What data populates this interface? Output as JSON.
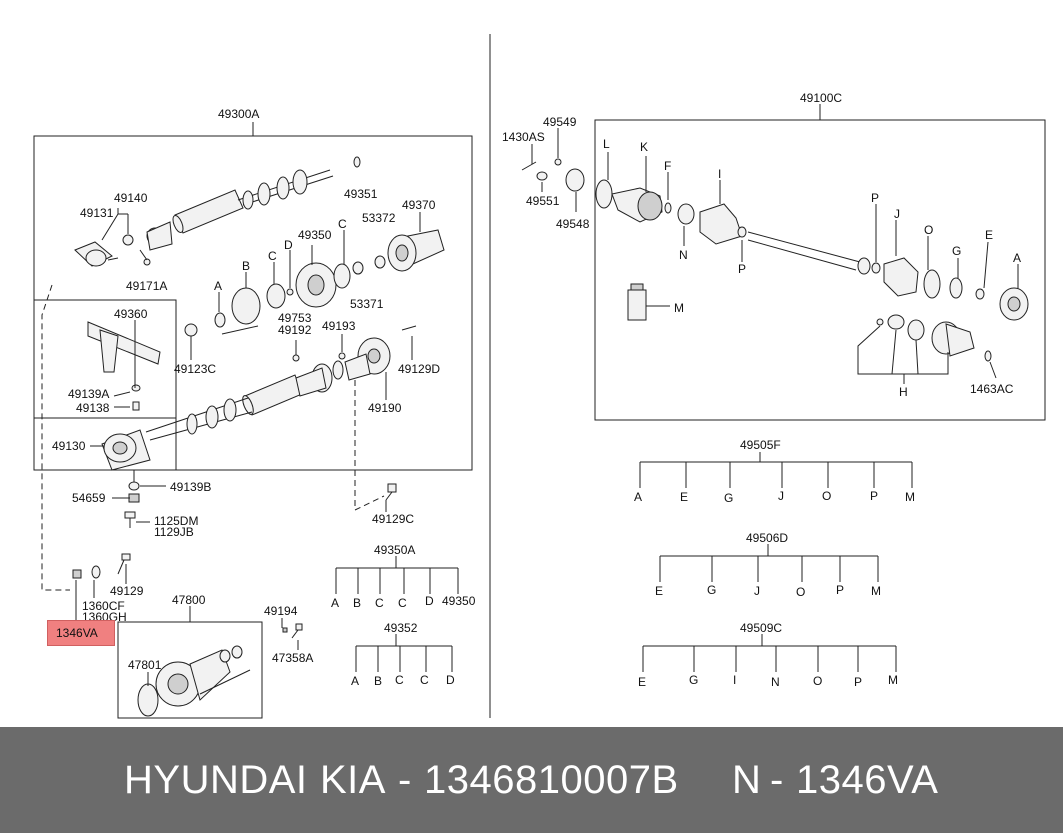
{
  "colors": {
    "footer_bg": "#6b6b6b",
    "footer_text": "#ffffff",
    "highlight": "#f08080"
  },
  "labels": {
    "l49300A": "49300A",
    "l49140": "49140",
    "l49131": "49131",
    "l49171A": "49171A",
    "l49351": "49351",
    "l49370": "49370",
    "l53372": "53372",
    "l49350": "49350",
    "lA": "A",
    "lB": "B",
    "lC1": "C",
    "lD": "D",
    "lC2": "C",
    "l53371": "53371",
    "l49753": "49753",
    "l49192": "49192",
    "l49193": "49193",
    "l49123C": "49123C",
    "l49360": "49360",
    "l49139A": "49139A",
    "l49138": "49138",
    "l49130": "49130",
    "l49129D": "49129D",
    "l49190": "49190",
    "l49139B": "49139B",
    "l54659": "54659",
    "l1125DM": "1125DM",
    "l1129JB": "1129JB",
    "l49129C": "49129C",
    "l49129": "49129",
    "l1360CF": "1360CF",
    "l1360GH": "1360GH",
    "l1346VA": "1346VA",
    "l47800": "47800",
    "l47801": "47801",
    "l49194": "49194",
    "l47358A": "47358A",
    "l49350A": "49350A",
    "l49352": "49352",
    "l49100C": "49100C",
    "l49549": "49549",
    "l1430AS": "1430AS",
    "l49551": "49551",
    "l49548": "49548",
    "rL": "L",
    "rK": "K",
    "rF": "F",
    "rI": "I",
    "rN": "N",
    "rP1": "P",
    "rP2": "P",
    "rJ": "J",
    "rO": "O",
    "rG": "G",
    "rE": "E",
    "rA": "A",
    "rM": "M",
    "rH": "H",
    "l1463AC": "1463AC",
    "l49505F": "49505F",
    "l49506D": "49506D",
    "l49509C": "49509C"
  },
  "kit_49350A": [
    "A",
    "B",
    "C",
    "C",
    "D",
    "49350"
  ],
  "kit_49352": [
    "A",
    "B",
    "C",
    "C",
    "D"
  ],
  "kit_49505F": [
    "A",
    "E",
    "G",
    "J",
    "O",
    "P",
    "M"
  ],
  "kit_49506D": [
    "E",
    "G",
    "J",
    "O",
    "P",
    "M"
  ],
  "kit_49509C": [
    "E",
    "G",
    "I",
    "N",
    "O",
    "P",
    "M"
  ],
  "footer": {
    "brand1": "HYUNDAI",
    "brand2": "KIA",
    "dash1": "-",
    "part_number": "1346810007B",
    "n_label": "N",
    "dash2": "-",
    "ref_code": "1346VA"
  }
}
